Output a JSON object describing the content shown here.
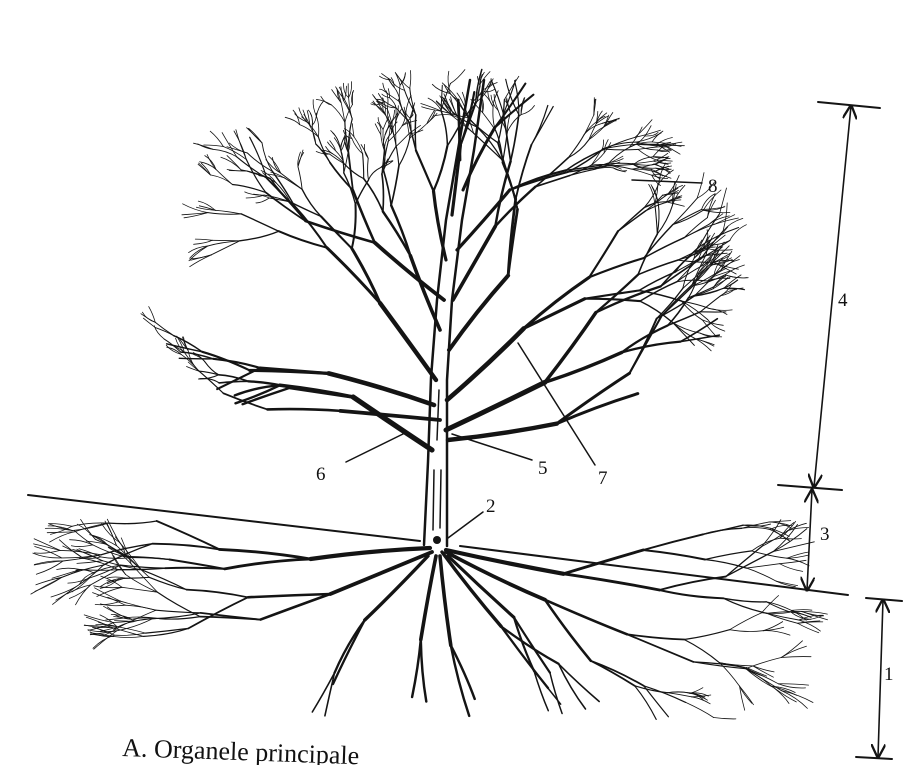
{
  "labels": {
    "l1": "1",
    "l2": "2",
    "l3": "3",
    "l4": "4",
    "l5": "5",
    "l6": "6",
    "l7": "7",
    "l8": "8"
  },
  "caption": "A. Organele principale",
  "colors": {
    "ink": "#141414",
    "paper": "#ffffff"
  }
}
